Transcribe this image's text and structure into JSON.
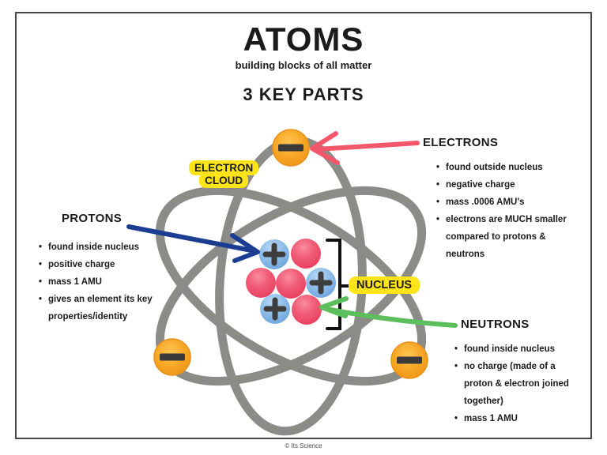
{
  "header": {
    "title": "ATOMS",
    "subtitle": "building blocks of all matter",
    "key_parts_heading": "3 KEY PARTS"
  },
  "diagram": {
    "electron_cloud_label_line1": "ELECTRON",
    "electron_cloud_label_line2": "CLOUD",
    "nucleus_label": "NUCLEUS",
    "electron_sign": "−",
    "proton_sign": "+",
    "particle_counts": {
      "electrons_shown": 3,
      "protons_shown": 3,
      "neutrons_shown": 4
    }
  },
  "sections": {
    "protons": {
      "heading": "PROTONS",
      "bullets": [
        "found inside nucleus",
        "positive charge",
        "mass 1 AMU",
        "gives an element its key properties/identity"
      ]
    },
    "electrons": {
      "heading": "ELECTRONS",
      "bullets": [
        "found outside nucleus",
        "negative charge",
        "mass .0006 AMU's",
        "electrons are MUCH smaller compared to protons & neutrons"
      ]
    },
    "neutrons": {
      "heading": "NEUTRONS",
      "bullets": [
        "found inside nucleus",
        "no charge (made of a proton & electron joined together)",
        "mass 1 AMU"
      ]
    }
  },
  "footer": {
    "credit": "© Its Science"
  },
  "colors": {
    "accent_yellow": "#FFE419",
    "electron_orange": "#F6A726",
    "proton_blue": "#8ABAE8",
    "neutron_pink": "#F0536E",
    "orbit_gray": "#8B8B87",
    "arrow_red": "#F4566B",
    "arrow_blue": "#1C3E92",
    "arrow_green": "#5DBE5E"
  }
}
